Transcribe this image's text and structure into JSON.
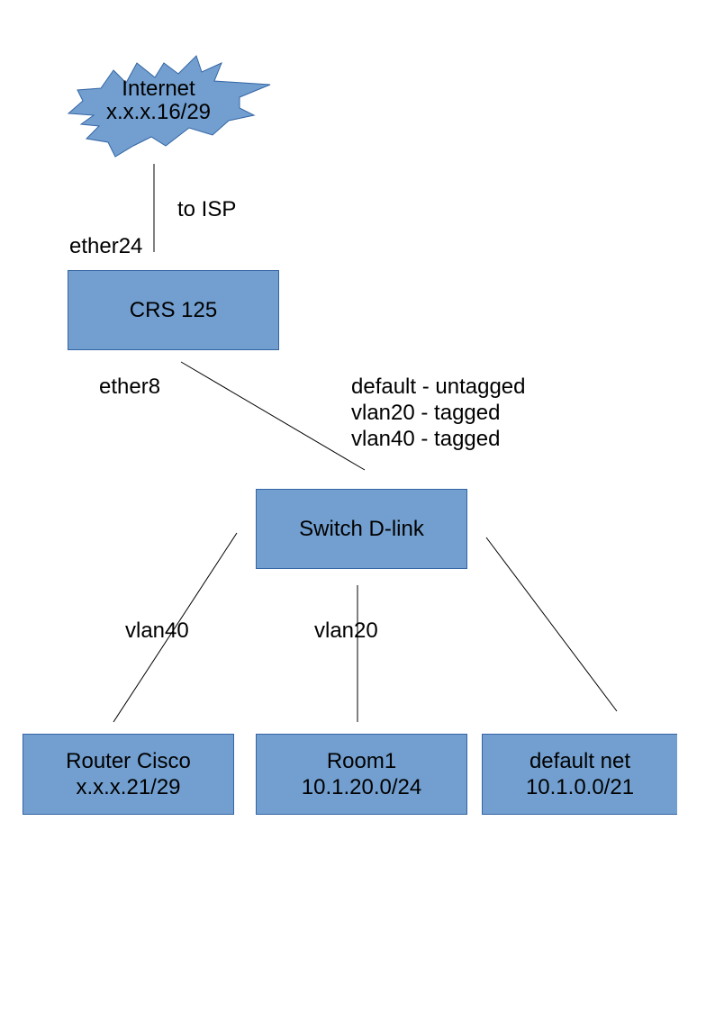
{
  "colors": {
    "node_fill": "#729fcf",
    "node_border": "#3465a4",
    "line": "#000000"
  },
  "internet": {
    "icon": "explosion-cloud-icon",
    "line1": "Internet",
    "line2": "x.x.x.16/29"
  },
  "labels": {
    "to_isp": "to ISP",
    "ether24": "ether24",
    "ether8": "ether8",
    "trunk": [
      "default - untagged",
      "vlan20 - tagged",
      "vlan40 - tagged"
    ],
    "vlan40": "vlan40",
    "vlan20": "vlan20"
  },
  "nodes": {
    "crs": {
      "line1": "CRS 125"
    },
    "switch": {
      "line1": "Switch D-link"
    },
    "router": {
      "line1": "Router Cisco",
      "line2": "x.x.x.21/29"
    },
    "room1": {
      "line1": "Room1",
      "line2": "10.1.20.0/24"
    },
    "default_net": {
      "line1": "default net",
      "line2": "10.1.0.0/21"
    }
  }
}
